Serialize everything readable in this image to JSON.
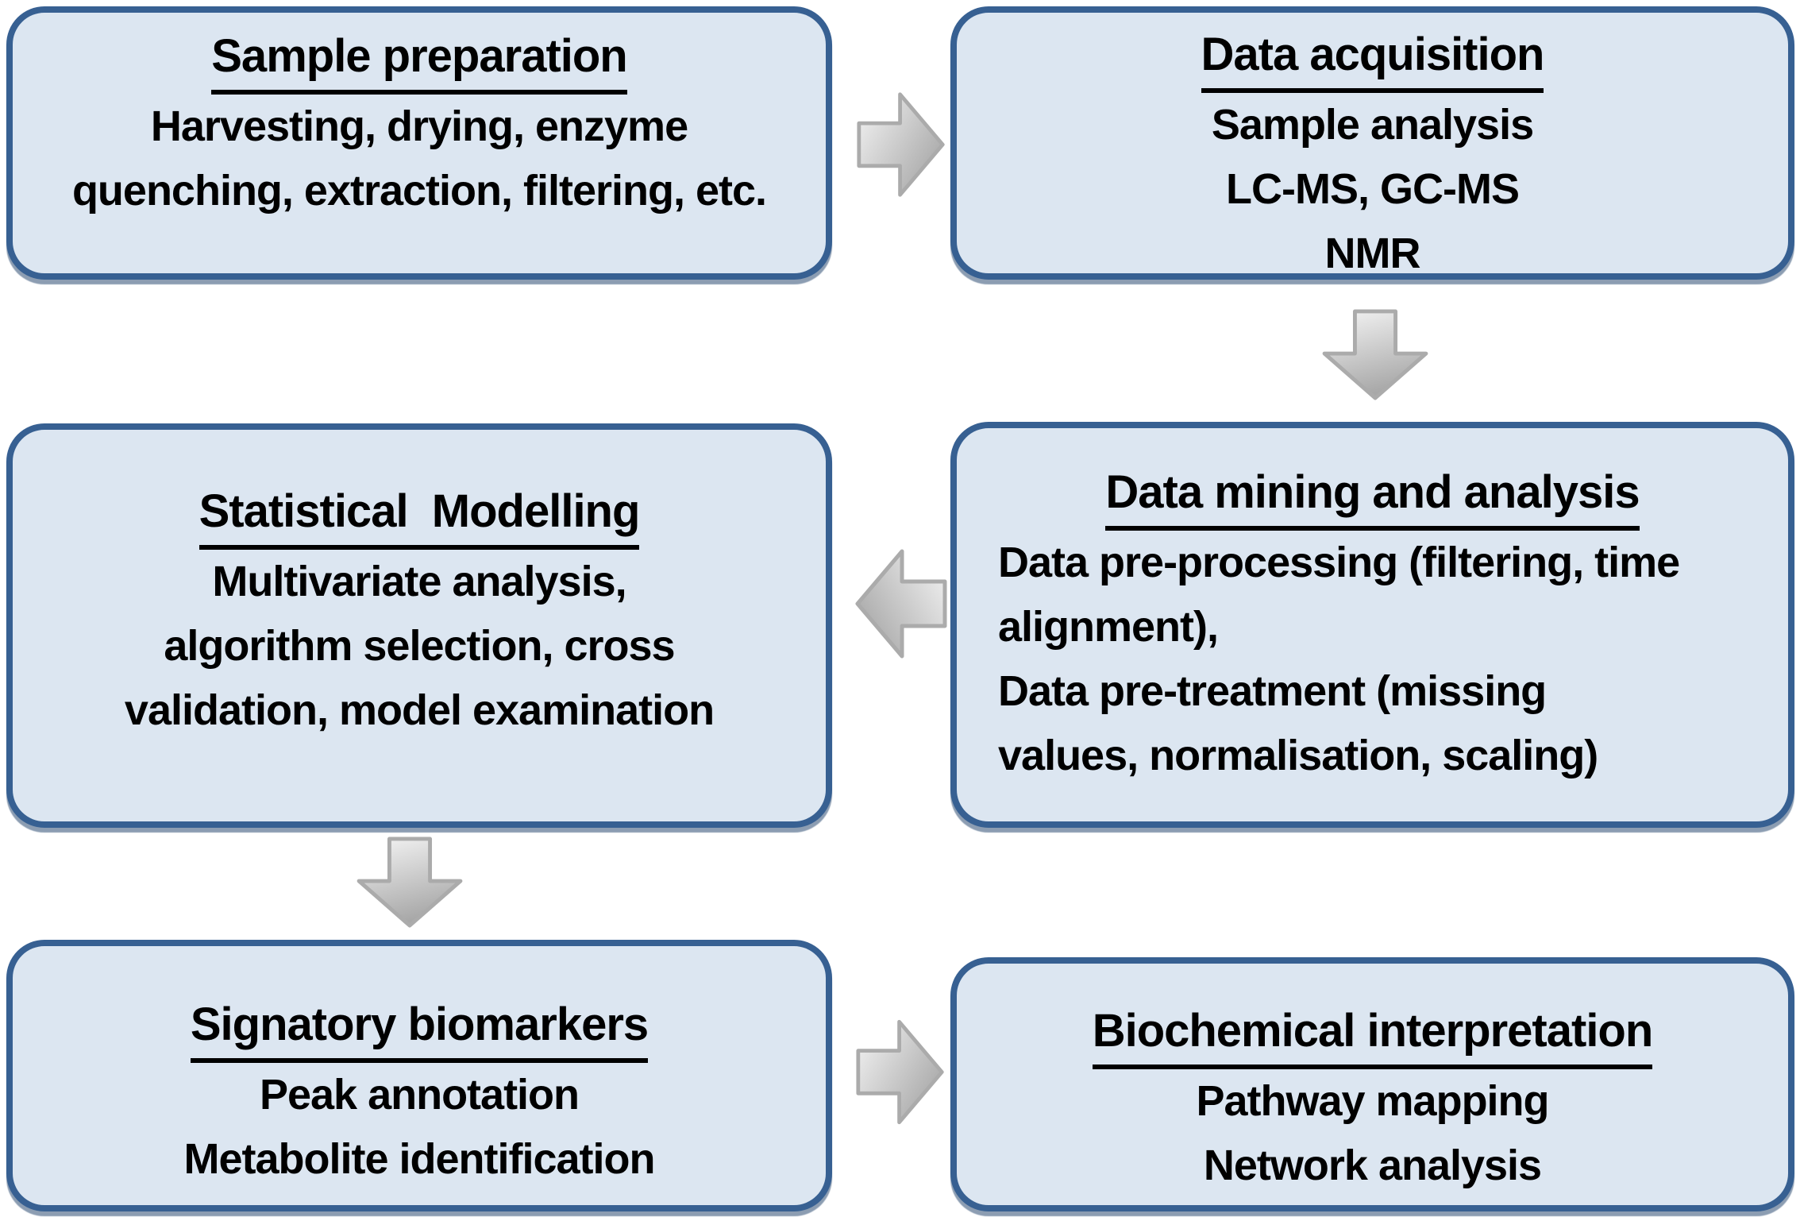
{
  "diagram": {
    "title": "Metabolomics workflow flowchart",
    "colors": {
      "page_bg": "#ffffff",
      "box_fill": "#dce6f1",
      "box_border": "#376092",
      "arrow_border": "#ababab",
      "arrow_fill_light": "#f5f5f5",
      "arrow_fill_dark": "#a8a8a8",
      "text_color": "#000000"
    },
    "boxes": [
      {
        "id": "sample-preparation",
        "title": "Sample preparation",
        "lines": [
          "Harvesting, drying, enzyme",
          "quenching, extraction, filtering, etc."
        ]
      },
      {
        "id": "data-acquisition",
        "title": "Data acquisition",
        "lines": [
          "Sample analysis",
          "LC-MS, GC-MS",
          "NMR"
        ]
      },
      {
        "id": "data-mining-and-analysis",
        "title": "Data mining and analysis",
        "lines": [
          "Data pre-processing (filtering, time",
          "alignment),",
          "Data pre-treatment (missing",
          "values, normalisation, scaling)"
        ]
      },
      {
        "id": "statistical-modelling",
        "title": "Statistical  Modelling",
        "lines": [
          "Multivariate analysis,",
          "algorithm selection, cross",
          "validation, model examination"
        ]
      },
      {
        "id": "signatory-biomarkers",
        "title": "Signatory biomarkers",
        "lines": [
          "Peak annotation",
          "Metabolite identification"
        ]
      },
      {
        "id": "biochemical-interpretation",
        "title": "Biochemical interpretation",
        "lines": [
          "Pathway mapping",
          "Network analysis"
        ]
      }
    ],
    "arrows": [
      {
        "from": "sample-preparation",
        "to": "data-acquisition",
        "direction": "right"
      },
      {
        "from": "data-acquisition",
        "to": "data-mining-and-analysis",
        "direction": "down"
      },
      {
        "from": "data-mining-and-analysis",
        "to": "statistical-modelling",
        "direction": "left"
      },
      {
        "from": "statistical-modelling",
        "to": "signatory-biomarkers",
        "direction": "down"
      },
      {
        "from": "signatory-biomarkers",
        "to": "biochemical-interpretation",
        "direction": "right"
      }
    ]
  }
}
